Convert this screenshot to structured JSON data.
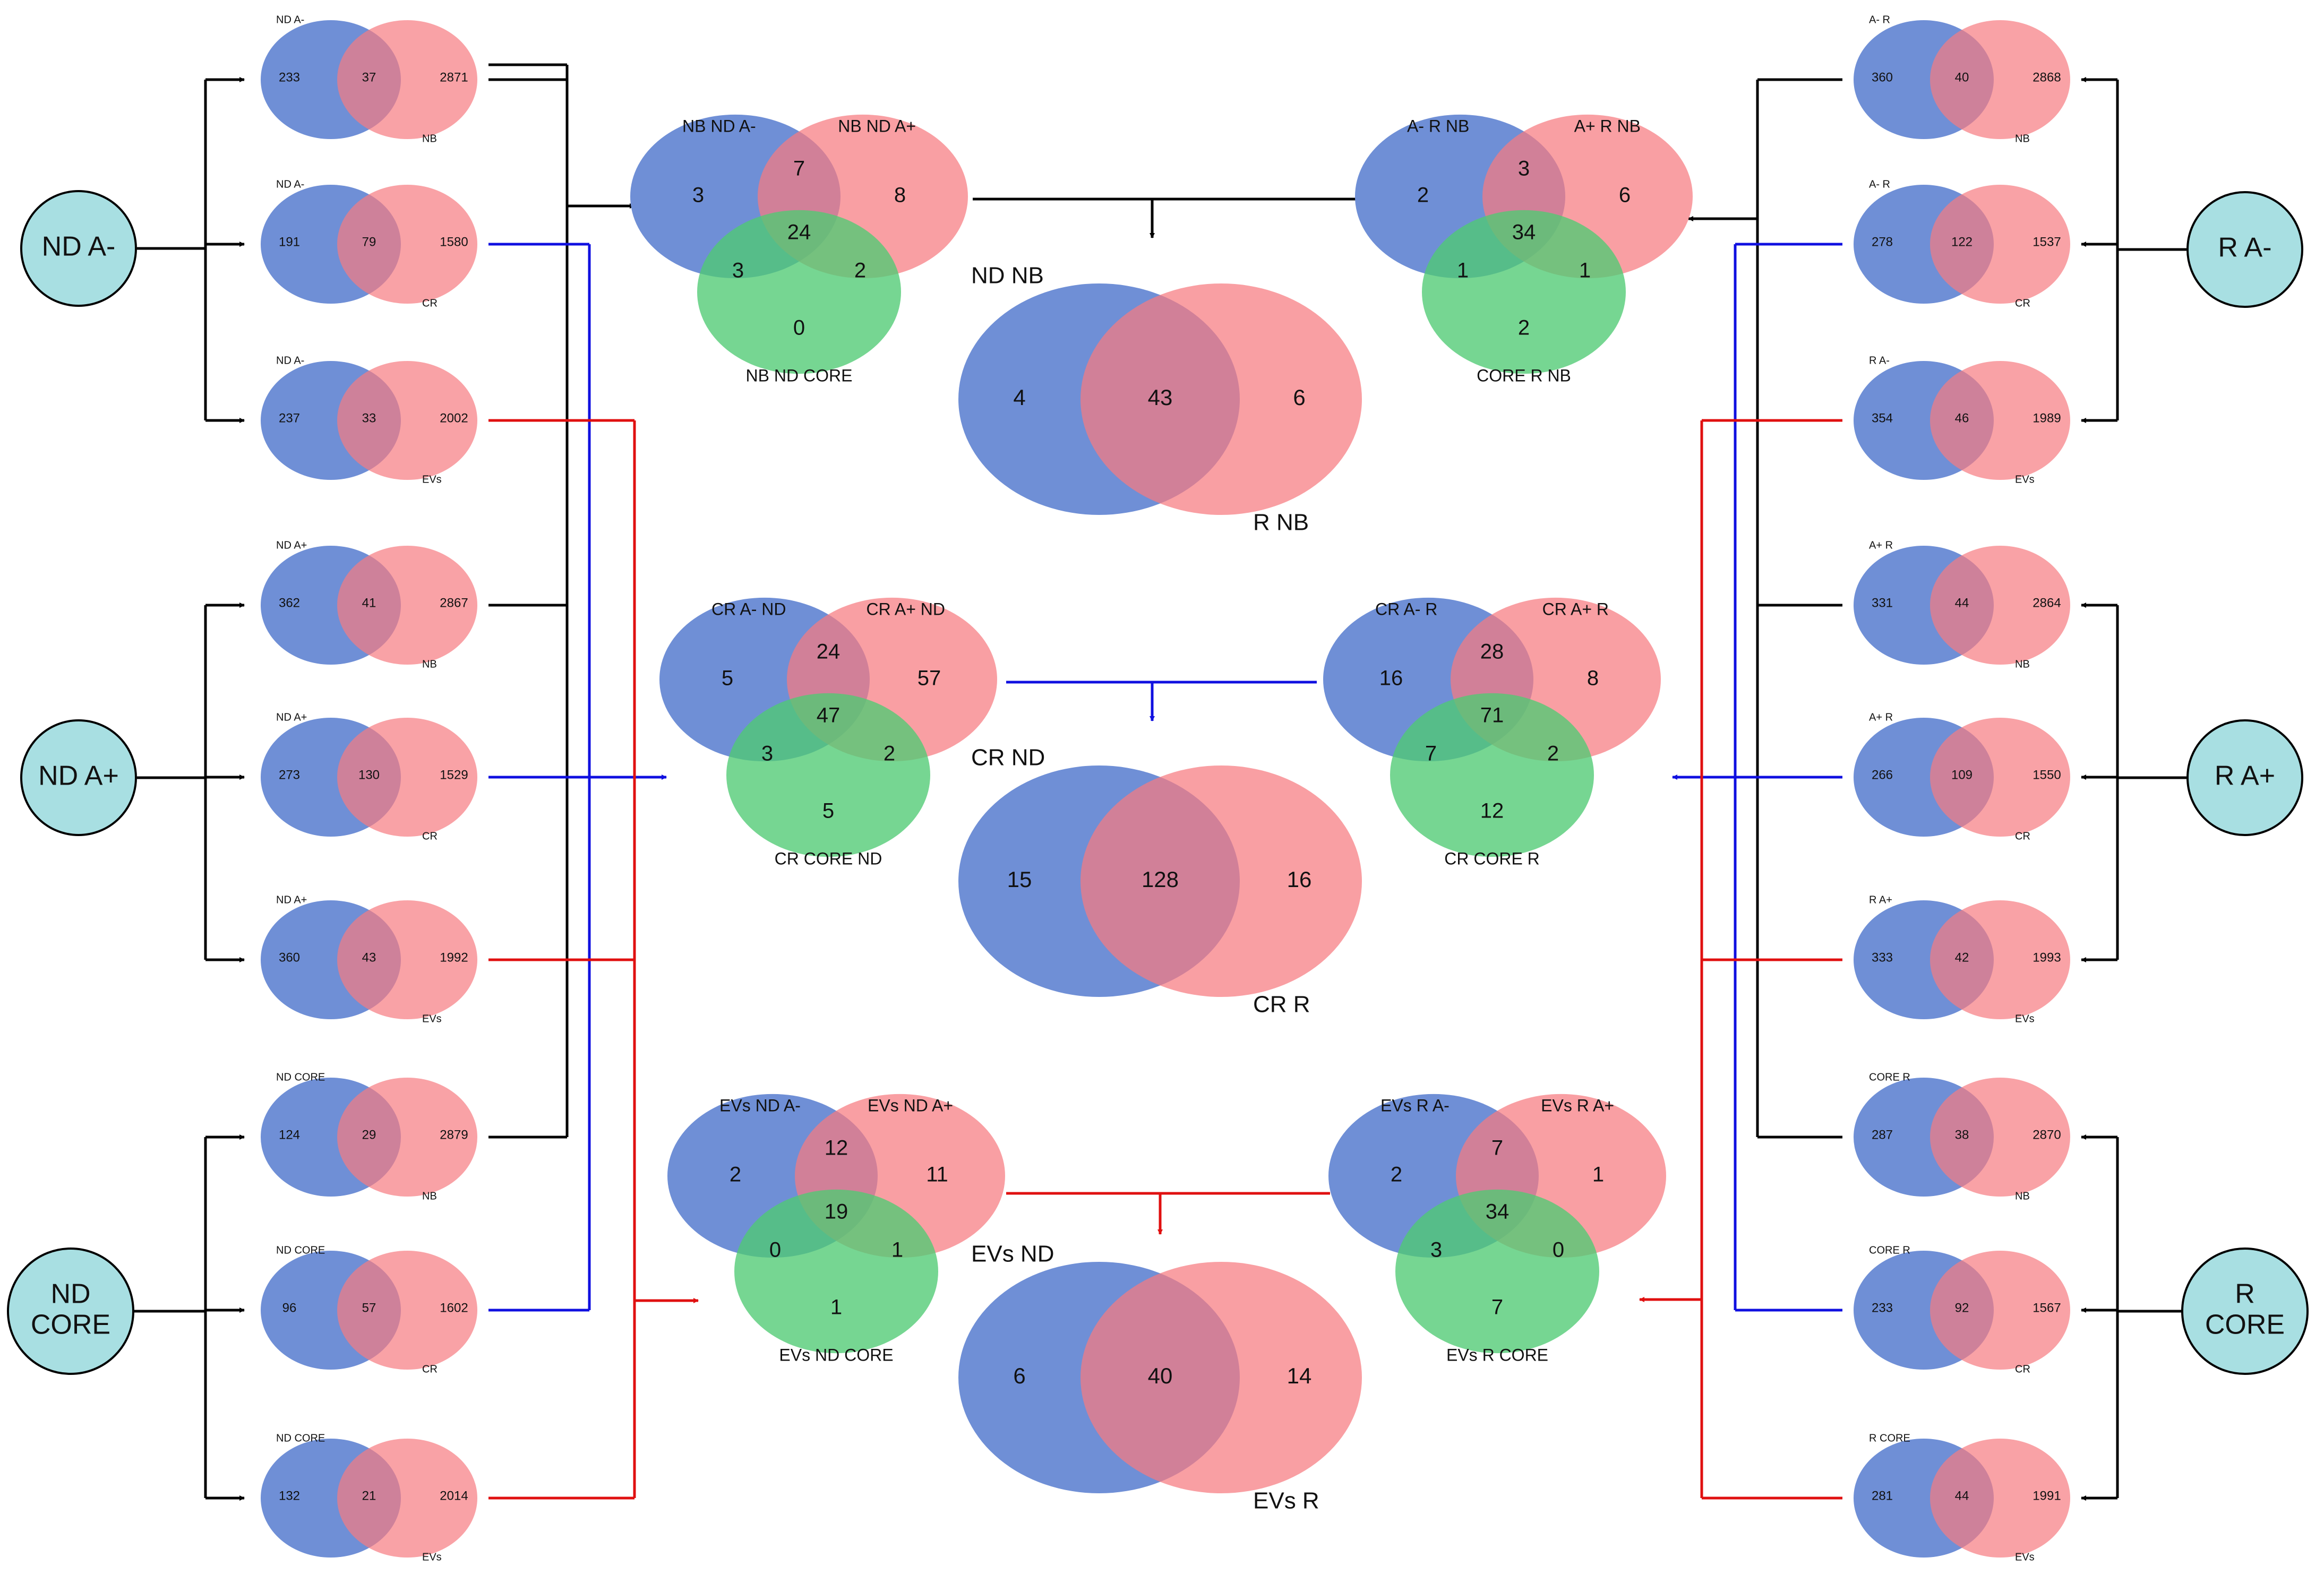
{
  "colors": {
    "set_a": "#6f8fd6",
    "set_b": "#f77a80",
    "set_c": "#4fcb73",
    "node_fill": "#a8dfe2",
    "black_flow": "#000000",
    "blue_flow": "#1010e0",
    "red_flow": "#e01010"
  },
  "nodes": {
    "nd_a_minus": [
      "ND A-"
    ],
    "nd_a_plus": [
      "ND A+"
    ],
    "nd_core": [
      "ND",
      "CORE"
    ],
    "r_a_minus": [
      "R A-"
    ],
    "r_a_plus": [
      "R A+"
    ],
    "r_core": [
      "R",
      "CORE"
    ]
  },
  "small_venns": [
    {
      "id": "nd-a-minus-nb",
      "top": "ND A-",
      "bottom": "NB",
      "left": "233",
      "mid": "37",
      "right": "2871"
    },
    {
      "id": "nd-a-minus-cr",
      "top": "ND A-",
      "bottom": "CR",
      "left": "191",
      "mid": "79",
      "right": "1580"
    },
    {
      "id": "nd-a-minus-evs",
      "top": "ND A-",
      "bottom": "EVs",
      "left": "237",
      "mid": "33",
      "right": "2002"
    },
    {
      "id": "nd-a-plus-nb",
      "top": "ND A+",
      "bottom": "NB",
      "left": "362",
      "mid": "41",
      "right": "2867"
    },
    {
      "id": "nd-a-plus-cr",
      "top": "ND A+",
      "bottom": "CR",
      "left": "273",
      "mid": "130",
      "right": "1529"
    },
    {
      "id": "nd-a-plus-evs",
      "top": "ND A+",
      "bottom": "EVs",
      "left": "360",
      "mid": "43",
      "right": "1992"
    },
    {
      "id": "nd-core-nb",
      "top": "ND CORE",
      "bottom": "NB",
      "left": "124",
      "mid": "29",
      "right": "2879"
    },
    {
      "id": "nd-core-cr",
      "top": "ND CORE",
      "bottom": "CR",
      "left": "96",
      "mid": "57",
      "right": "1602"
    },
    {
      "id": "nd-core-evs",
      "top": "ND CORE",
      "bottom": "EVs",
      "left": "132",
      "mid": "21",
      "right": "2014"
    },
    {
      "id": "a-minus-r-nb",
      "top": "A- R",
      "bottom": "NB",
      "left": "360",
      "mid": "40",
      "right": "2868"
    },
    {
      "id": "a-minus-r-cr",
      "top": "A- R",
      "bottom": "CR",
      "left": "278",
      "mid": "122",
      "right": "1537"
    },
    {
      "id": "r-a-minus-evs",
      "top": "R A-",
      "bottom": "EVs",
      "left": "354",
      "mid": "46",
      "right": "1989"
    },
    {
      "id": "a-plus-r-nb",
      "top": "A+ R",
      "bottom": "NB",
      "left": "331",
      "mid": "44",
      "right": "2864"
    },
    {
      "id": "a-plus-r-cr",
      "top": "A+ R",
      "bottom": "CR",
      "left": "266",
      "mid": "109",
      "right": "1550"
    },
    {
      "id": "r-a-plus-evs",
      "top": "R A+",
      "bottom": "EVs",
      "left": "333",
      "mid": "42",
      "right": "1993"
    },
    {
      "id": "core-r-nb",
      "top": "CORE R",
      "bottom": "NB",
      "left": "287",
      "mid": "38",
      "right": "2870"
    },
    {
      "id": "core-r-cr",
      "top": "CORE R",
      "bottom": "CR",
      "left": "233",
      "mid": "92",
      "right": "1567"
    },
    {
      "id": "r-core-evs",
      "top": "R CORE",
      "bottom": "EVs",
      "left": "281",
      "mid": "44",
      "right": "1991"
    }
  ],
  "triple_venns": [
    {
      "id": "nb-nd",
      "label_a": "NB ND A-",
      "label_b": "NB ND A+",
      "label_c": "NB ND CORE",
      "a": "3",
      "ab": "7",
      "b": "8",
      "abc": "24",
      "ac": "3",
      "bc": "2",
      "c": "0"
    },
    {
      "id": "nb-r",
      "label_a": "A- R NB",
      "label_b": "A+ R NB",
      "label_c": "CORE R NB",
      "a": "2",
      "ab": "3",
      "b": "6",
      "abc": "34",
      "ac": "1",
      "bc": "1",
      "c": "2"
    },
    {
      "id": "cr-nd",
      "label_a": "CR A- ND",
      "label_b": "CR A+ ND",
      "label_c": "CR CORE ND",
      "a": "5",
      "ab": "24",
      "b": "57",
      "abc": "47",
      "ac": "3",
      "bc": "2",
      "c": "5"
    },
    {
      "id": "cr-r",
      "label_a": "CR A- R",
      "label_b": "CR A+ R",
      "label_c": "CR CORE R",
      "a": "16",
      "ab": "28",
      "b": "8",
      "abc": "71",
      "ac": "7",
      "bc": "2",
      "c": "12"
    },
    {
      "id": "evs-nd",
      "label_a": "EVs ND A-",
      "label_b": "EVs ND A+",
      "label_c": "EVs ND CORE",
      "a": "2",
      "ab": "12",
      "b": "11",
      "abc": "19",
      "ac": "0",
      "bc": "1",
      "c": "1"
    },
    {
      "id": "evs-r",
      "label_a": "EVs R A-",
      "label_b": "EVs R A+",
      "label_c": "EVs R CORE",
      "a": "2",
      "ab": "7",
      "b": "1",
      "abc": "34",
      "ac": "3",
      "bc": "0",
      "c": "7"
    }
  ],
  "big_venns": [
    {
      "id": "nb",
      "label_a": "ND NB",
      "label_b": "R NB",
      "left": "4",
      "mid": "43",
      "right": "6"
    },
    {
      "id": "cr",
      "label_a": "CR ND",
      "label_b": "CR R",
      "left": "15",
      "mid": "128",
      "right": "16"
    },
    {
      "id": "evs",
      "label_a": "EVs ND",
      "label_b": "EVs R",
      "left": "6",
      "mid": "40",
      "right": "14"
    }
  ]
}
